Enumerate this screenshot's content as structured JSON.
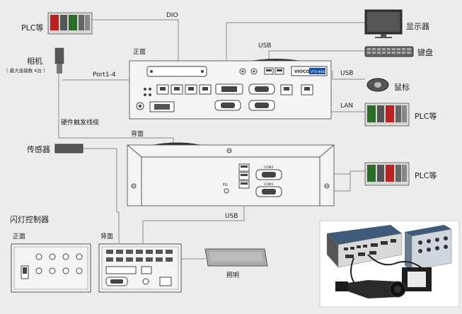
{
  "labels": {
    "dio": "DIO",
    "usb_top": "USB",
    "usb_right": "USB",
    "usb_bottom": "USB",
    "lan": "LAN",
    "port": "Port1-4",
    "front_top": "正面",
    "back_mid": "背面",
    "plc_top_left": "PLC等",
    "camera": "相机",
    "camera_note": "（ 最大连接数 4台 ）",
    "monitor": "显示器",
    "keyboard": "键盘",
    "mouse": "鼠标",
    "plc_right_1": "PLC等",
    "plc_right_2": "PLC等",
    "trigger": "硬件触发线缆",
    "sensor": "传感器",
    "strobe": "闪灯控制器",
    "front_bottom": "正面",
    "back_bottom": "背面",
    "lighting": "照明",
    "brand": "VIOCO",
    "model": "VTV-9000",
    "com_a": "COM2",
    "com_b": "COM1",
    "fg": "FG"
  },
  "colors": {
    "background": "#ececec",
    "line": "#8a8a8a",
    "device_body": "#f4f4f4",
    "device_stroke": "#555555",
    "dark": "#3a3a3a"
  }
}
